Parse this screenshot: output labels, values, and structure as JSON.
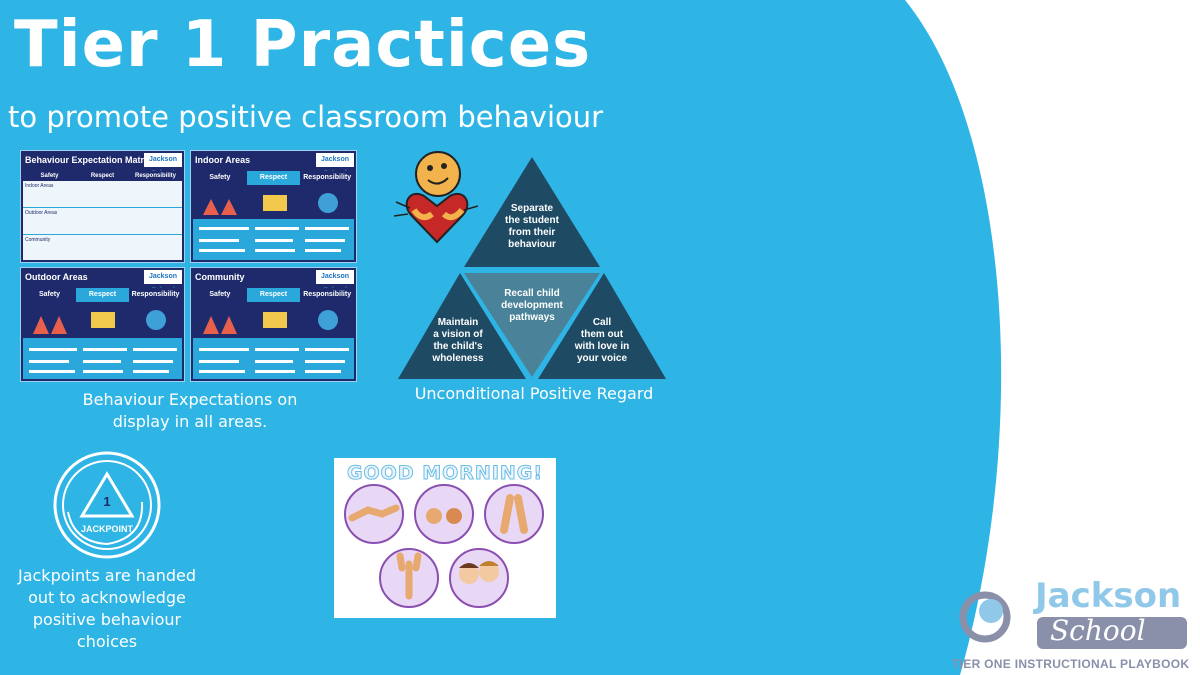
{
  "title": "Tier 1 Practices",
  "subtitle": "to promote positive classroom behaviour",
  "posters": [
    {
      "title": "Behaviour Expectation Matrix",
      "logo": "Jackson School",
      "columns": [
        "Safety",
        "Respect",
        "Responsibility"
      ],
      "rows": [
        "Indoor Areas",
        "Outdoor Areas",
        "Community"
      ]
    },
    {
      "title": "Indoor Areas",
      "logo": "Jackson School",
      "columns": [
        "Safety",
        "Respect",
        "Responsibility"
      ]
    },
    {
      "title": "Outdoor Areas",
      "logo": "Jackson School",
      "columns": [
        "Safety",
        "Respect",
        "Responsibility"
      ]
    },
    {
      "title": "Community",
      "logo": "Jackson School",
      "columns": [
        "Safety",
        "Respect",
        "Responsibility"
      ]
    }
  ],
  "posters_caption": "Behaviour Expectations on display in all areas.",
  "triangles": {
    "top": [
      "Separate",
      "the student",
      "from their",
      "behaviour"
    ],
    "center": [
      "Recall child",
      "development",
      "pathways"
    ],
    "left": [
      "Maintain",
      "a vision of",
      "the child's",
      "wholeness"
    ],
    "right": [
      "Call",
      "them out",
      "with love in",
      "your voice"
    ]
  },
  "upr_caption": "Unconditional Positive Regard",
  "jackpoint": {
    "number": "1",
    "label": "JACKPOINT"
  },
  "jackpoint_caption": "Jackpoints are handed out to acknowledge positive behaviour choices",
  "good_morning": "GOOD MORNING!",
  "logo": {
    "line1": "Jackson",
    "line2": "School",
    "tagline": "TIER ONE INSTRUCTIONAL PLAYBOOK"
  },
  "colors": {
    "blue": "#2eb5e5",
    "navy": "#1e4a63",
    "teal": "#4a8299",
    "logo_blue": "#8fc8e8",
    "logo_grey": "#8a8faa"
  }
}
